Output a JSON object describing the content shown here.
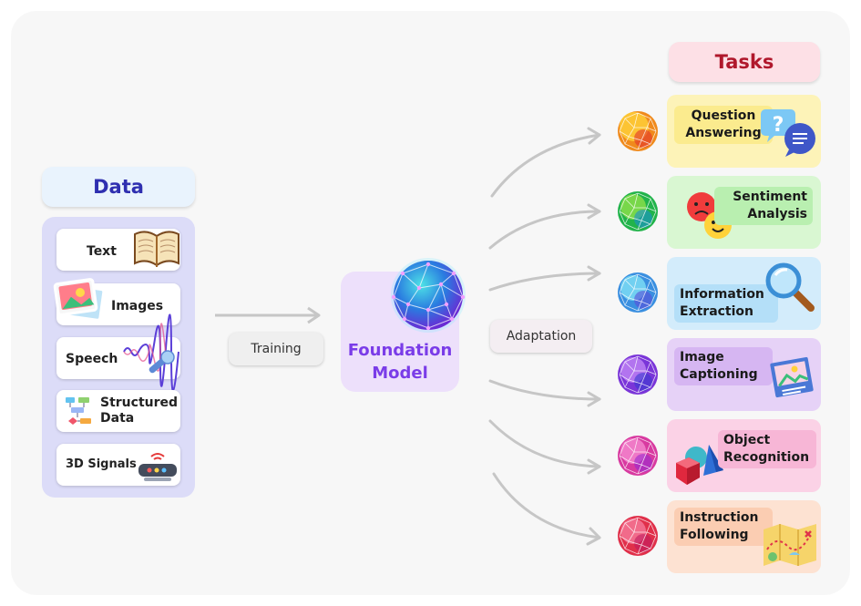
{
  "data_section": {
    "title": "Data",
    "items": [
      {
        "label": "Text",
        "icon": "book-icon"
      },
      {
        "label": "Images",
        "icon": "photos-icon"
      },
      {
        "label": "Speech",
        "icon": "microphone-soundwave-icon"
      },
      {
        "label": "Structured Data",
        "icon": "flowchart-icon"
      },
      {
        "label": "3D Signals",
        "icon": "sensor-device-icon"
      }
    ]
  },
  "training_label": "Training",
  "foundation_model": {
    "label": "Foundation Model",
    "icon": "neural-sphere-icon"
  },
  "adaptation_label": "Adaptation",
  "tasks_section": {
    "title": "Tasks",
    "items": [
      {
        "label": "Question Answering",
        "color": "#fdf3b8",
        "label_bg": "#fbeb8e",
        "sphere": "#e8a21a",
        "icon": "chat-question-icon"
      },
      {
        "label": "Sentiment Analysis",
        "color": "#d9f7d2",
        "label_bg": "#b9efb0",
        "sphere": "#2fbf56",
        "icon": "emoji-faces-icon"
      },
      {
        "label": "Information Extraction",
        "color": "#d3ecfb",
        "label_bg": "#b4dff8",
        "sphere": "#3aa6e6",
        "icon": "magnifier-icon"
      },
      {
        "label": "Image Captioning",
        "color": "#e6d2f7",
        "label_bg": "#d6b6f2",
        "sphere": "#8a3fd6",
        "icon": "picture-frame-icon"
      },
      {
        "label": "Object Recognition",
        "color": "#fbd2e6",
        "label_bg": "#f7b6d6",
        "sphere": "#d93f9a",
        "icon": "3d-shapes-icon"
      },
      {
        "label": "Instruction Following",
        "color": "#fde2d2",
        "label_bg": "#fbcdb2",
        "sphere": "#e0344a",
        "icon": "treasure-map-icon"
      }
    ]
  }
}
